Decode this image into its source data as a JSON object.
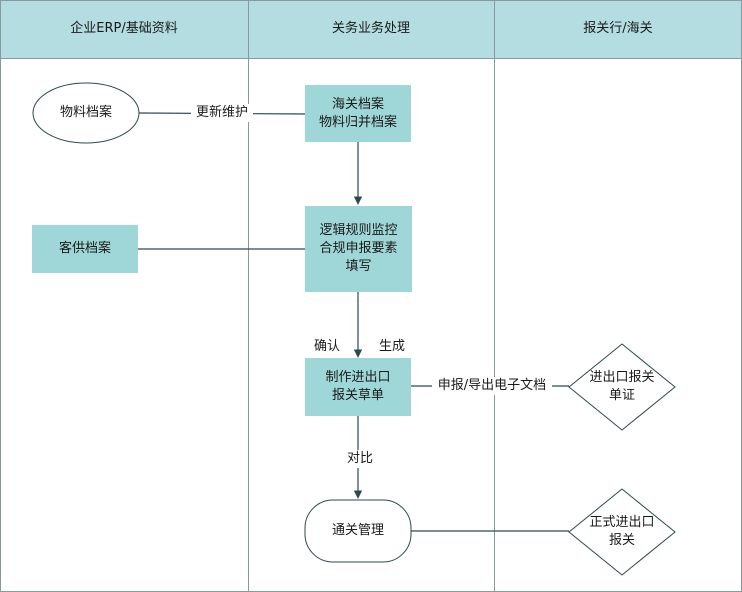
{
  "lanes": [
    {
      "id": "erp",
      "title": "企业ERP/基础资料"
    },
    {
      "id": "ops",
      "title": "关务业务处理"
    },
    {
      "id": "customs",
      "title": "报关行/海关"
    }
  ],
  "nodes": {
    "material_archive": {
      "label": "物料档案"
    },
    "supply_archive": {
      "label": "客供档案"
    },
    "customs_archive": {
      "lines": [
        "海关档案",
        "物料归并档案"
      ]
    },
    "logic_rules": {
      "lines": [
        "逻辑规则监控",
        "合规申报要素",
        "填写"
      ]
    },
    "make_draft": {
      "lines": [
        "制作进出口",
        "报关草单"
      ]
    },
    "clearance": {
      "label": "通关管理"
    },
    "declaration_doc": {
      "lines": [
        "进出口报关",
        "单证"
      ]
    },
    "formal_declaration": {
      "lines": [
        "正式进出口",
        "报关"
      ]
    }
  },
  "edges": {
    "update_maintain": "更新维护",
    "confirm": "确认",
    "generate": "生成",
    "declare_export": "申报/导出电子文档",
    "compare": "对比"
  },
  "colors": {
    "header_fill": "#b3dde0",
    "box_fill": "#9fd7d8",
    "lane_border": "#8a9a9c",
    "edge": "#2d4a4f"
  }
}
